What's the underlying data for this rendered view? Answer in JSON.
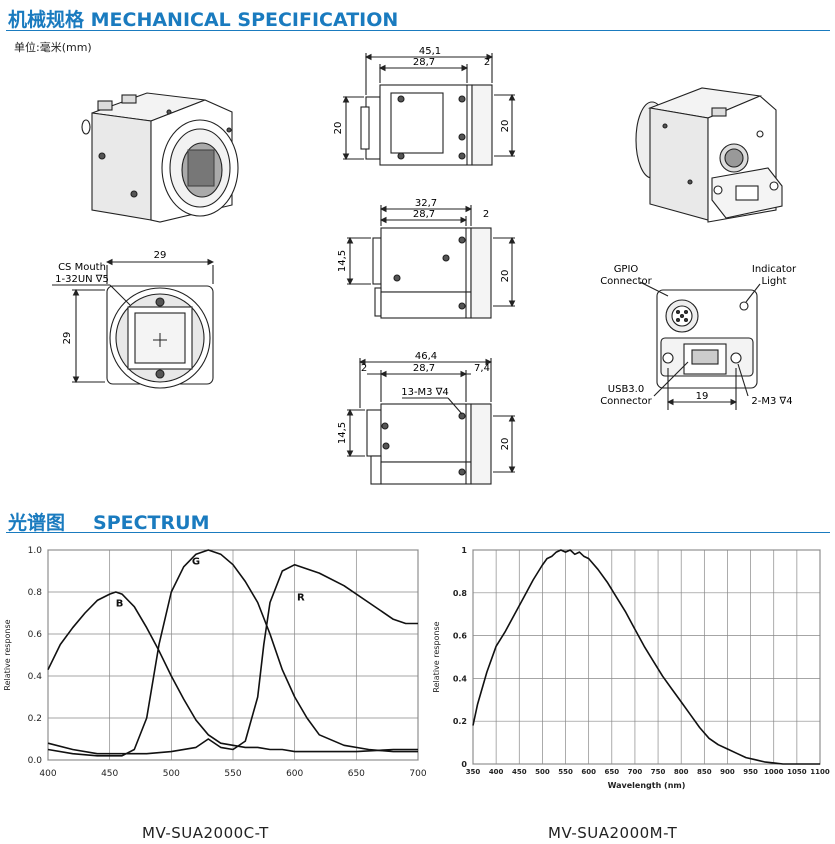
{
  "mechanical": {
    "title": "机械规格 MECHANICAL SPECIFICATION",
    "unit": "单位:毫米(mm)",
    "front": {
      "width": "29",
      "height": "29",
      "mount_line1": "CS Mouth",
      "mount_line2": "1-32UN ∇5"
    },
    "top_view": {
      "total": "45,1",
      "body": "28,7",
      "edge": "2",
      "left_h": "20",
      "right_h": "20"
    },
    "side_view": {
      "total": "32,7",
      "body": "28,7",
      "edge": "2",
      "left_h": "14,5",
      "right_h": "20"
    },
    "bottom_view": {
      "total": "46,4",
      "body": "28,7",
      "edge_left": "2",
      "edge_right": "7,4",
      "screw": "13-M3 ∇4",
      "left_h": "14,5",
      "right_h": "20"
    },
    "back": {
      "gpio_line1": "GPIO",
      "gpio_line2": "Connector",
      "led_line1": "Indicator",
      "led_line2": "Light",
      "usb_line1": "USB3.0",
      "usb_line2": "Connector",
      "spacing": "19",
      "holes": "2-M3 ∇4"
    }
  },
  "spectrum": {
    "title_cn": "光谱图",
    "title_en": "SPECTRUM",
    "captions": [
      "MV-SUA2000C-T",
      "MV-SUA2000M-T"
    ]
  },
  "chart_data": [
    {
      "type": "line",
      "ylabel": "Relative response",
      "xlim": [
        400,
        700
      ],
      "ylim": [
        0,
        1.0
      ],
      "x_ticks": [
        "400",
        "450",
        "500",
        "550",
        "600",
        "650",
        "700"
      ],
      "y_ticks": [
        "0.0",
        "0.2",
        "0.4",
        "0.6",
        "0.8",
        "1.0"
      ],
      "grid": true,
      "series": [
        {
          "name": "B",
          "color": "#111111",
          "x": [
            400,
            410,
            420,
            430,
            440,
            450,
            455,
            460,
            470,
            480,
            490,
            500,
            510,
            520,
            530,
            540,
            550,
            560,
            570,
            580,
            590,
            600,
            620,
            650,
            680,
            700
          ],
          "y": [
            0.43,
            0.55,
            0.63,
            0.7,
            0.76,
            0.79,
            0.8,
            0.79,
            0.73,
            0.63,
            0.52,
            0.4,
            0.29,
            0.19,
            0.12,
            0.08,
            0.07,
            0.06,
            0.06,
            0.05,
            0.05,
            0.04,
            0.04,
            0.04,
            0.05,
            0.05
          ]
        },
        {
          "name": "G",
          "color": "#111111",
          "x": [
            400,
            420,
            440,
            460,
            470,
            480,
            490,
            500,
            510,
            520,
            530,
            540,
            550,
            560,
            570,
            580,
            590,
            600,
            610,
            620,
            640,
            660,
            680,
            700
          ],
          "y": [
            0.05,
            0.03,
            0.02,
            0.02,
            0.05,
            0.2,
            0.55,
            0.8,
            0.92,
            0.98,
            1.0,
            0.98,
            0.93,
            0.85,
            0.75,
            0.6,
            0.43,
            0.3,
            0.2,
            0.12,
            0.07,
            0.05,
            0.04,
            0.04
          ]
        },
        {
          "name": "R",
          "color": "#111111",
          "x": [
            400,
            420,
            440,
            460,
            480,
            500,
            520,
            530,
            540,
            550,
            560,
            570,
            575,
            580,
            590,
            600,
            620,
            640,
            660,
            680,
            690,
            700
          ],
          "y": [
            0.08,
            0.05,
            0.03,
            0.03,
            0.03,
            0.04,
            0.06,
            0.1,
            0.06,
            0.05,
            0.09,
            0.3,
            0.55,
            0.75,
            0.9,
            0.93,
            0.89,
            0.83,
            0.75,
            0.67,
            0.65,
            0.65
          ]
        }
      ],
      "labels": [
        {
          "text": "B",
          "x": 458,
          "y": 0.73
        },
        {
          "text": "G",
          "x": 520,
          "y": 0.93
        },
        {
          "text": "R",
          "x": 605,
          "y": 0.76
        }
      ]
    },
    {
      "type": "line",
      "ylabel": "Relative response",
      "xlabel": "Wavelength (nm)",
      "xlim": [
        350,
        1100
      ],
      "ylim": [
        0,
        1.0
      ],
      "x_ticks": [
        "350",
        "400",
        "450",
        "500",
        "550",
        "600",
        "650",
        "700",
        "750",
        "800",
        "850",
        "900",
        "950",
        "1000",
        "1050",
        "1100"
      ],
      "y_ticks": [
        "0",
        "0.2",
        "0.4",
        "0.6",
        "0.8",
        "1"
      ],
      "grid": true,
      "series": [
        {
          "name": "",
          "color": "#111111",
          "x": [
            350,
            360,
            380,
            400,
            420,
            440,
            460,
            480,
            500,
            510,
            520,
            530,
            540,
            550,
            560,
            570,
            580,
            590,
            600,
            620,
            640,
            660,
            680,
            700,
            720,
            740,
            760,
            780,
            800,
            820,
            840,
            860,
            880,
            900,
            920,
            940,
            960,
            980,
            1000,
            1020,
            1040,
            1060,
            1080,
            1100
          ],
          "y": [
            0.18,
            0.28,
            0.43,
            0.55,
            0.62,
            0.7,
            0.78,
            0.86,
            0.93,
            0.96,
            0.97,
            0.99,
            1.0,
            0.99,
            1.0,
            0.98,
            0.99,
            0.97,
            0.96,
            0.91,
            0.85,
            0.78,
            0.71,
            0.63,
            0.55,
            0.48,
            0.41,
            0.35,
            0.29,
            0.23,
            0.17,
            0.12,
            0.09,
            0.07,
            0.05,
            0.03,
            0.02,
            0.01,
            0.005,
            0,
            0,
            0,
            0,
            0
          ]
        }
      ]
    }
  ]
}
